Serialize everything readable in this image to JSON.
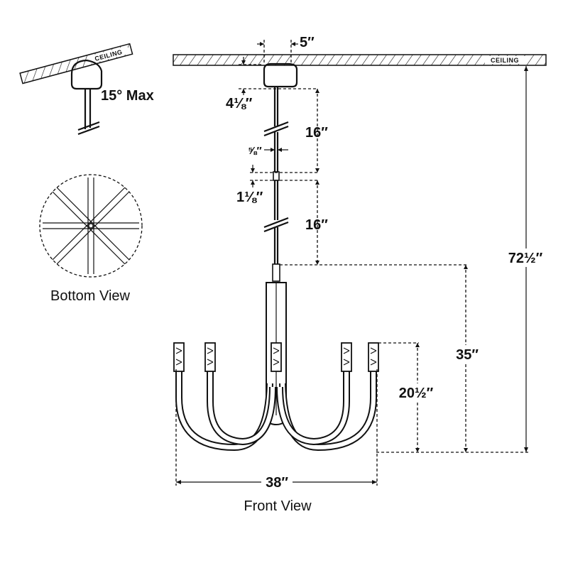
{
  "ceiling_label": "CEILING",
  "slope_label": "15° Max",
  "dimensions": {
    "canopy_width": "5″",
    "canopy_height": "4⅛″",
    "stem_section_upper": "16″",
    "stem_diameter": "⅝″",
    "coupling": "1⅛″",
    "stem_section_lower": "16″",
    "fixture_height": "35″",
    "arm_height": "20½″",
    "overall_height": "72½″",
    "overall_width": "38″"
  },
  "views": {
    "bottom": "Bottom View",
    "front": "Front View"
  }
}
